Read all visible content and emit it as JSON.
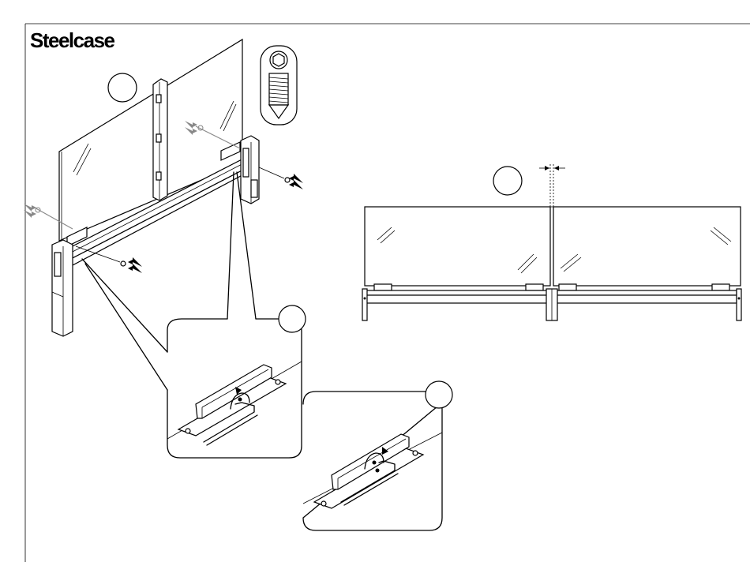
{
  "brand": {
    "name": "Steelcase"
  },
  "colors": {
    "ink": "#000000",
    "paper": "#ffffff",
    "ghost": "#888888"
  },
  "steps": [
    {
      "id": "step-1-circle",
      "label": ""
    },
    {
      "id": "step-2-circle",
      "label": ""
    },
    {
      "id": "step-3-circle",
      "label": ""
    },
    {
      "id": "step-4-circle",
      "label": ""
    }
  ],
  "icons": [
    "hex-socket-screw-icon",
    "insert-arrow-icon",
    "rotate-arrow-icon",
    "hex-key-icon",
    "gap-dimension-icon"
  ]
}
